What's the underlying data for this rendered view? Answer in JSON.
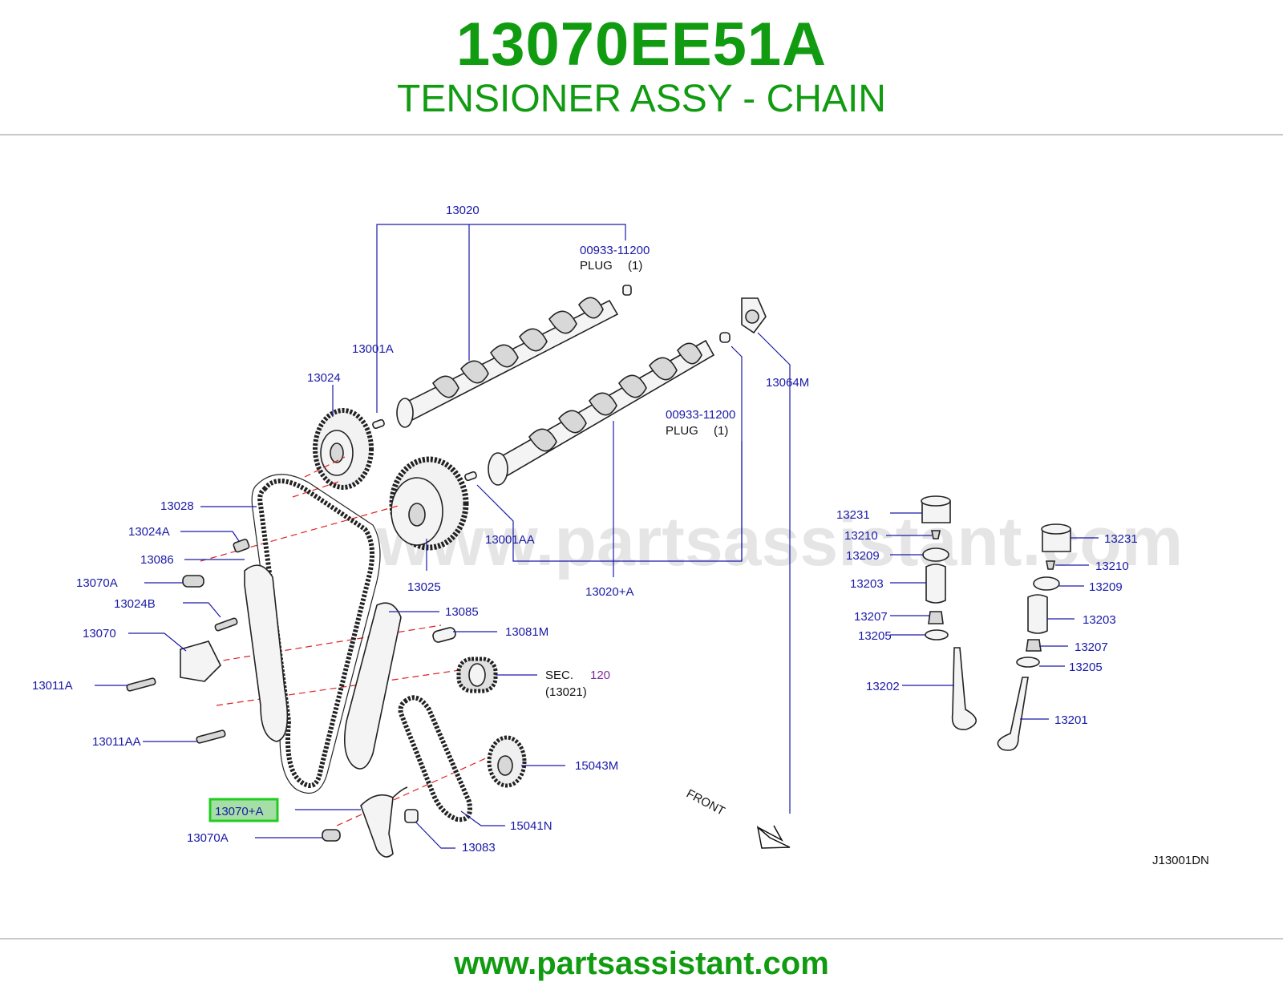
{
  "header": {
    "part_number": "13070EE51A",
    "part_name": "TENSIONER ASSY - CHAIN"
  },
  "footer": {
    "url": "www.partsassistant.com"
  },
  "diagram": {
    "watermark": "www.partsassistant.com",
    "diagram_code": "J13001DN",
    "front_label": "FRONT",
    "highlighted_label": "13070+A",
    "labels": {
      "l13020": "13020",
      "l00933a": "00933-11200",
      "plug_a": "PLUG",
      "plug_a_qty": "(1)",
      "l13001A": "13001A",
      "l13024": "13024",
      "l13064M": "13064M",
      "l00933b": "00933-11200",
      "plug_b": "PLUG",
      "plug_b_qty": "(1)",
      "l13028": "13028",
      "l13024A": "13024A",
      "l13086": "13086",
      "l13070A_1": "13070A",
      "l13024B": "13024B",
      "l13070": "13070",
      "l13011A": "13011A",
      "l13011AA": "13011AA",
      "l13001AA": "13001AA",
      "l13025": "13025",
      "l13020A": "13020+A",
      "l13085": "13085",
      "l13081M": "13081M",
      "sec": "SEC.",
      "sec_num": "120",
      "sec_sub": "(13021)",
      "l15043M": "15043M",
      "l15041N": "15041N",
      "l13083": "13083",
      "l13070A_2": "13070A",
      "l13231_a": "13231",
      "l13210_a": "13210",
      "l13209_a": "13209",
      "l13203_a": "13203",
      "l13207_a": "13207",
      "l13205_a": "13205",
      "l13202": "13202",
      "l13231_b": "13231",
      "l13210_b": "13210",
      "l13209_b": "13209",
      "l13203_b": "13203",
      "l13207_b": "13207",
      "l13205_b": "13205",
      "l13201": "13201"
    }
  },
  "colors": {
    "header_green": "#119b11",
    "label_blue": "#1a1aa8",
    "highlight_green": "#22cc22",
    "centerline_red": "#e02020"
  }
}
